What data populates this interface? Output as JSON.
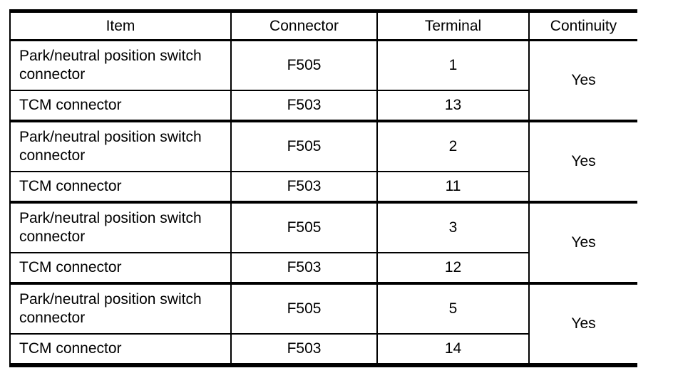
{
  "table": {
    "title": "continuity-check-table",
    "columns": [
      {
        "label": "Item"
      },
      {
        "label": "Connector"
      },
      {
        "label": "Terminal"
      },
      {
        "label": "Continuity"
      }
    ],
    "groups": [
      {
        "rows": [
          {
            "item": "Park/neutral position switch connector",
            "connector": "F505",
            "terminal": "1"
          },
          {
            "item": "TCM connector",
            "connector": "F503",
            "terminal": "13"
          }
        ],
        "continuity": "Yes"
      },
      {
        "rows": [
          {
            "item": "Park/neutral position switch connector",
            "connector": "F505",
            "terminal": "2"
          },
          {
            "item": "TCM connector",
            "connector": "F503",
            "terminal": "11"
          }
        ],
        "continuity": "Yes"
      },
      {
        "rows": [
          {
            "item": "Park/neutral position switch connector",
            "connector": "F505",
            "terminal": "3"
          },
          {
            "item": "TCM connector",
            "connector": "F503",
            "terminal": "12"
          }
        ],
        "continuity": "Yes"
      },
      {
        "rows": [
          {
            "item": "Park/neutral position switch connector",
            "connector": "F505",
            "terminal": "5"
          },
          {
            "item": "TCM connector",
            "connector": "F503",
            "terminal": "14"
          }
        ],
        "continuity": "Yes"
      }
    ],
    "colors": {
      "border": "#000000",
      "text": "#000000",
      "background": "#ffffff"
    }
  }
}
